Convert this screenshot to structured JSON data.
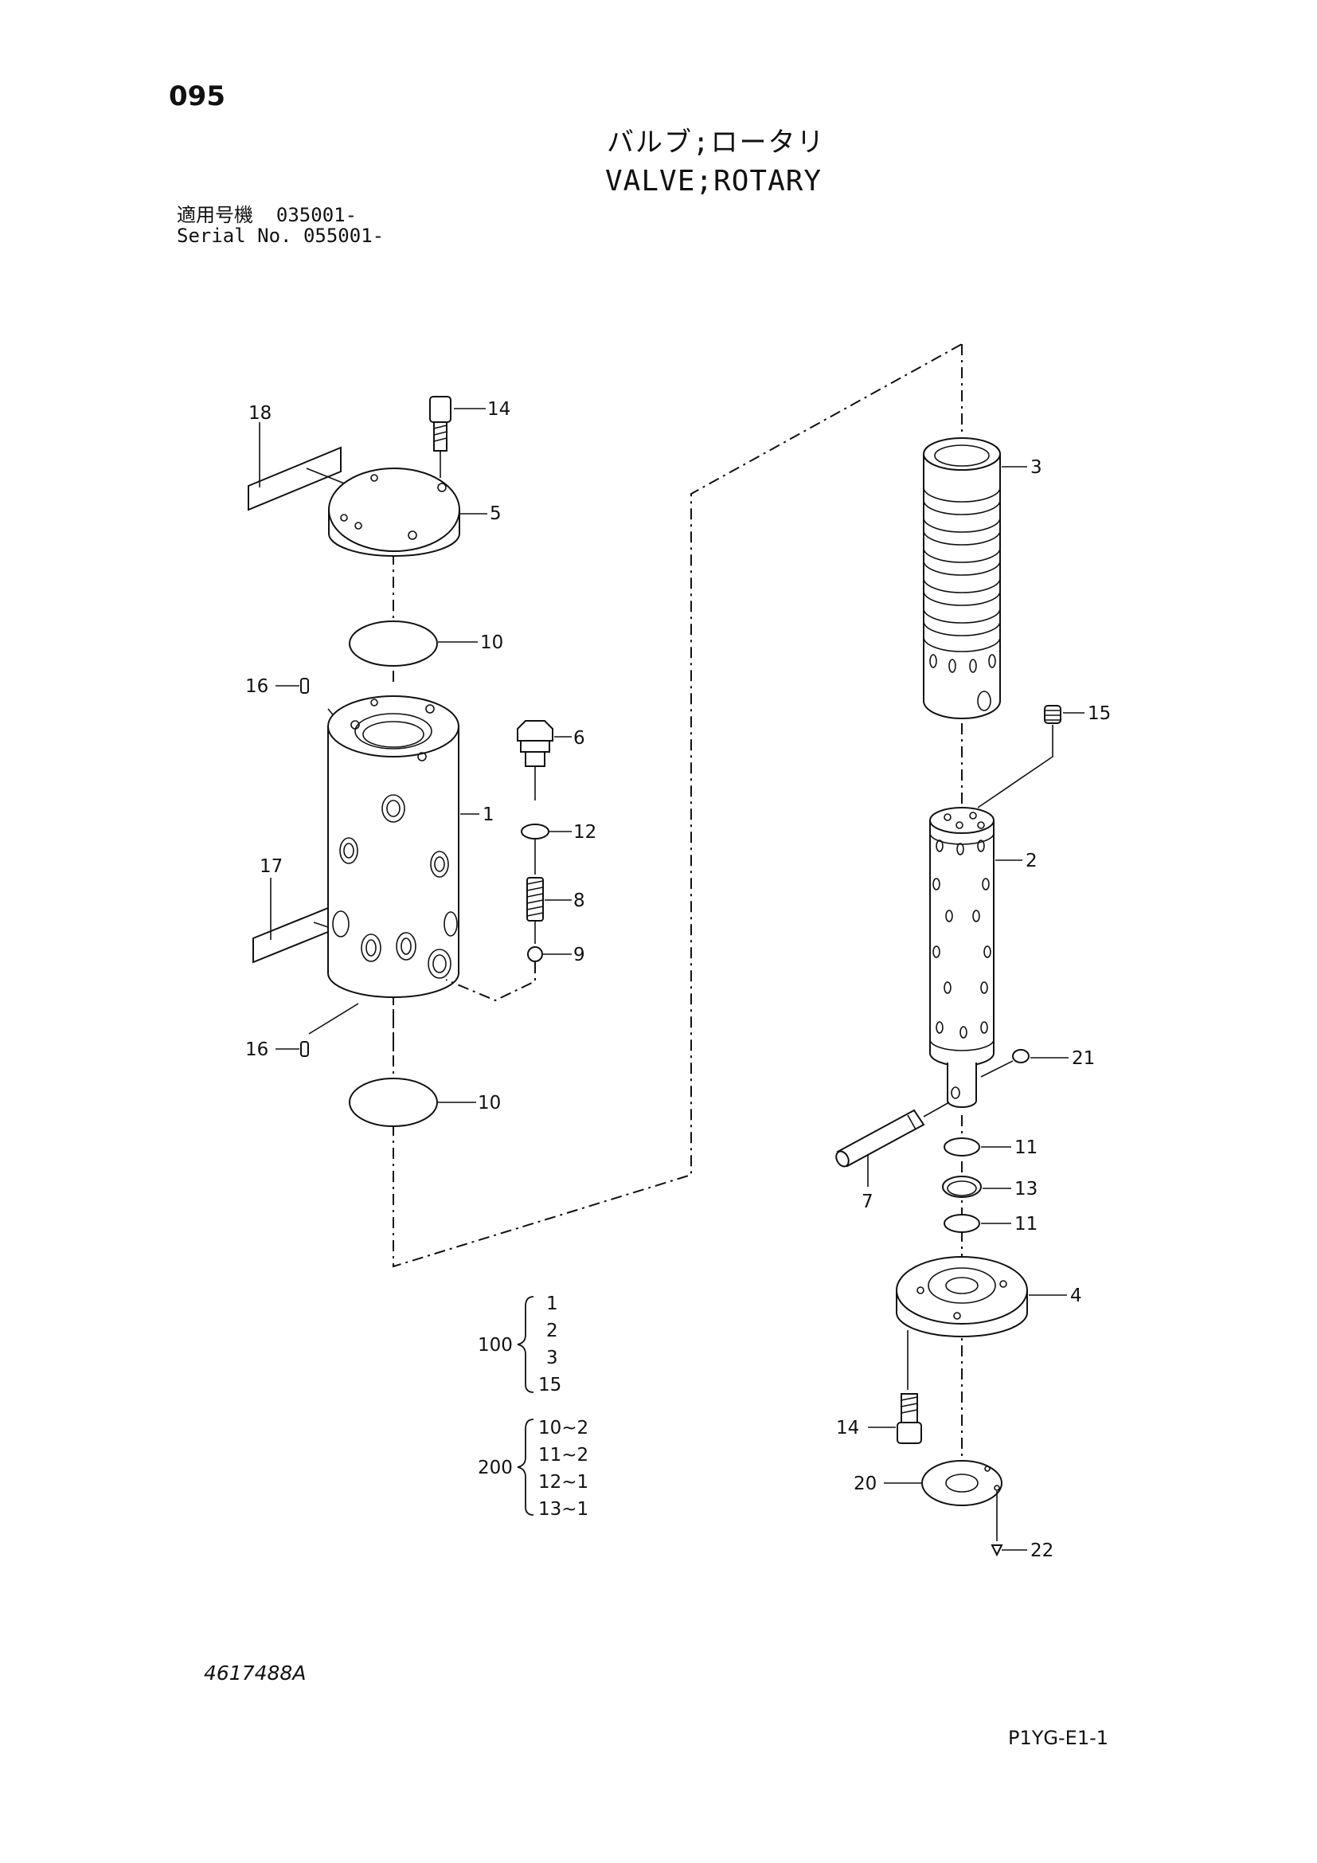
{
  "header": {
    "page_number": "095",
    "title_jp": "バルブ;ロータリ",
    "title_en": "VALVE;ROTARY",
    "serial_label_jp": "適用号機",
    "serial_value_jp": "035001-",
    "serial_label_en": "Serial No.",
    "serial_value_en": "055001-"
  },
  "callouts": {
    "p1": "1",
    "p2": "2",
    "p3": "3",
    "p4": "4",
    "p5": "5",
    "p6": "6",
    "p7": "7",
    "p8": "8",
    "p9": "9",
    "p10a": "10",
    "p10b": "10",
    "p11a": "11",
    "p11b": "11",
    "p12": "12",
    "p13": "13",
    "p14a": "14",
    "p14b": "14",
    "p15": "15",
    "p16a": "16",
    "p16b": "16",
    "p17": "17",
    "p18": "18",
    "p20": "20",
    "p21": "21",
    "p22": "22"
  },
  "assemblies": [
    {
      "id": "100",
      "items": [
        "1",
        "2",
        "3",
        "15"
      ]
    },
    {
      "id": "200",
      "items": [
        "10~2",
        "11~2",
        "12~1",
        "13~1"
      ]
    }
  ],
  "footer": {
    "document_code": "4617488A",
    "sheet_code": "P1YG-E1-1"
  }
}
